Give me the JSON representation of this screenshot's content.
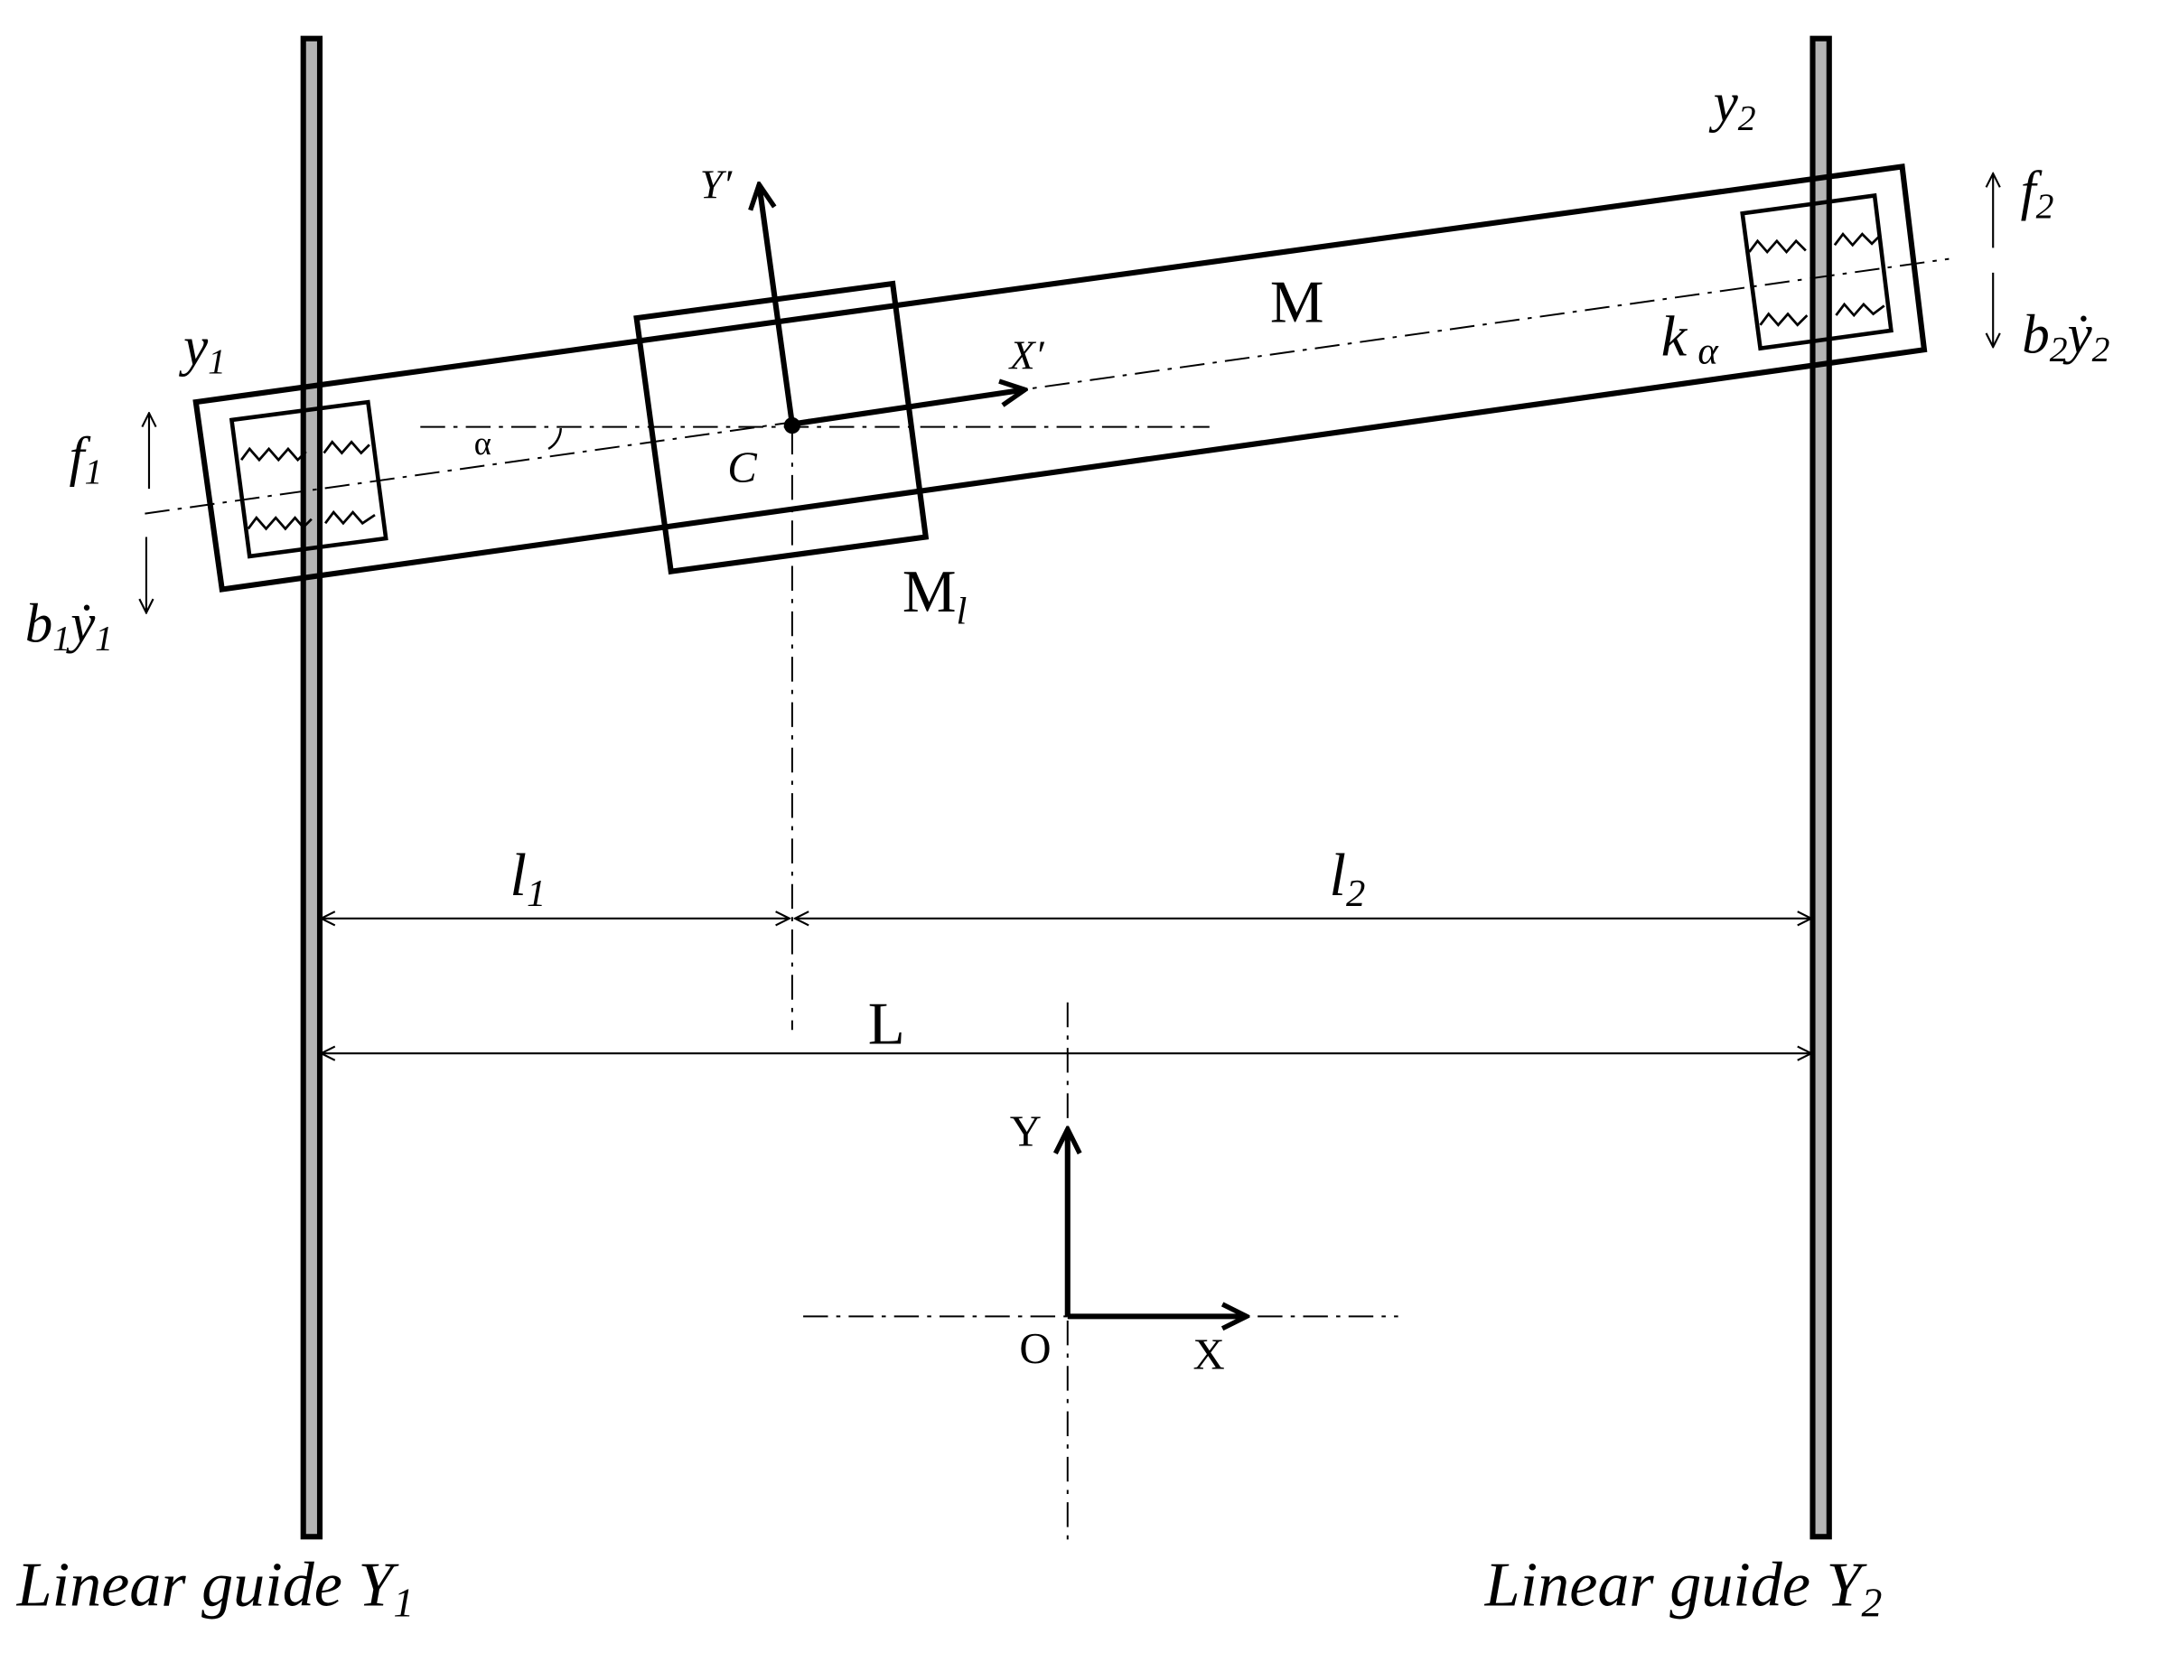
{
  "labels": {
    "beam_mass": "M",
    "carriage_mass_base": "M",
    "carriage_mass_sub": "l",
    "center": "C",
    "local_x": "X′",
    "local_y": "Y′",
    "angle": "α",
    "stiffness_base": "k",
    "stiffness_sub": "α",
    "y1_base": "y",
    "y1_sub": "1",
    "y2_base": "y",
    "y2_sub": "2",
    "f1_base": "f",
    "f1_sub": "1",
    "f2_base": "f",
    "f2_sub": "2",
    "b1_base": "b",
    "b1_sub": "1",
    "b1_vel": "ẏ",
    "b1_vel_sub": "1",
    "b2_base": "b",
    "b2_sub": "2",
    "b2_vel": "ẏ",
    "b2_vel_sub": "2",
    "l1_base": "l",
    "l1_sub": "1",
    "l2_base": "l",
    "l2_sub": "2",
    "L": "L",
    "global_y": "Y",
    "global_x": "X",
    "origin": "O",
    "guide1_text": "Linear guide Y",
    "guide1_sub": "1",
    "guide2_text": "Linear guide Y",
    "guide2_sub": "2"
  },
  "colors": {
    "ink": "#000000",
    "guide_fill": "#b4b4b4"
  }
}
